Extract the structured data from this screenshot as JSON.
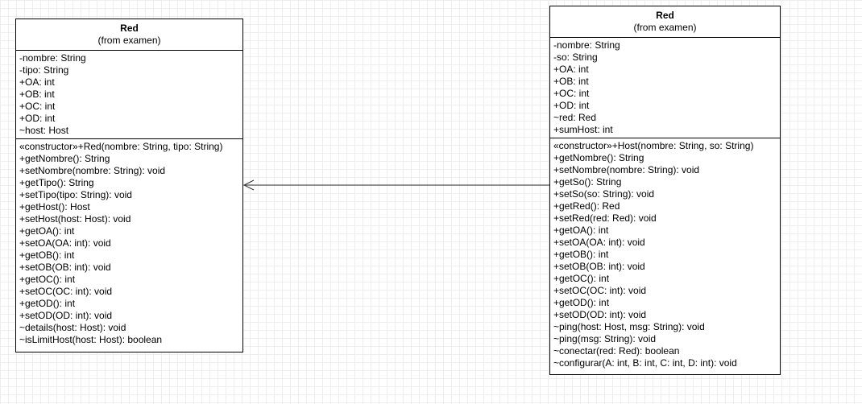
{
  "red_class": {
    "name": "Red",
    "stereotype": "(from examen)",
    "attributes": [
      "-nombre: String",
      "-tipo: String",
      "+OA: int",
      "+OB: int",
      "+OC: int",
      "+OD: int",
      "~host: Host"
    ],
    "operations": [
      "«constructor»+Red(nombre: String, tipo: String)",
      "+getNombre(): String",
      "+setNombre(nombre: String): void",
      "+getTipo(): String",
      "+setTipo(tipo: String): void",
      "+getHost(): Host",
      "+setHost(host: Host): void",
      "+getOA(): int",
      "+setOA(OA: int): void",
      "+getOB(): int",
      "+setOB(OB: int): void",
      "+getOC(): int",
      "+setOC(OC: int): void",
      "+getOD(): int",
      "+setOD(OD: int): void",
      "~details(host: Host): void",
      "~isLimitHost(host: Host): boolean"
    ]
  },
  "host_class": {
    "name": "Red",
    "stereotype": "(from examen)",
    "attributes": [
      "-nombre: String",
      "-so: String",
      "+OA: int",
      "+OB: int",
      "+OC: int",
      "+OD: int",
      "~red: Red",
      "+sumHost: int"
    ],
    "operations": [
      "«constructor»+Host(nombre: String, so: String)",
      "+getNombre(): String",
      "+setNombre(nombre: String): void",
      "+getSo(): String",
      "+setSo(so: String): void",
      "+getRed(): Red",
      "+setRed(red: Red): void",
      "+getOA(): int",
      "+setOA(OA: int): void",
      "+getOB(): int",
      "+setOB(OB: int): void",
      "+getOC(): int",
      "+setOC(OC: int): void",
      "+getOD(): int",
      "+setOD(OD: int): void",
      "~ping(host: Host, msg: String): void",
      "~ping(msg: String): void",
      "~conectar(red: Red): boolean",
      "~configurar(A: int, B: int, C: int, D: int): void"
    ]
  },
  "association": {
    "from": "host_class",
    "to": "red_class",
    "line_color": "#333333"
  }
}
